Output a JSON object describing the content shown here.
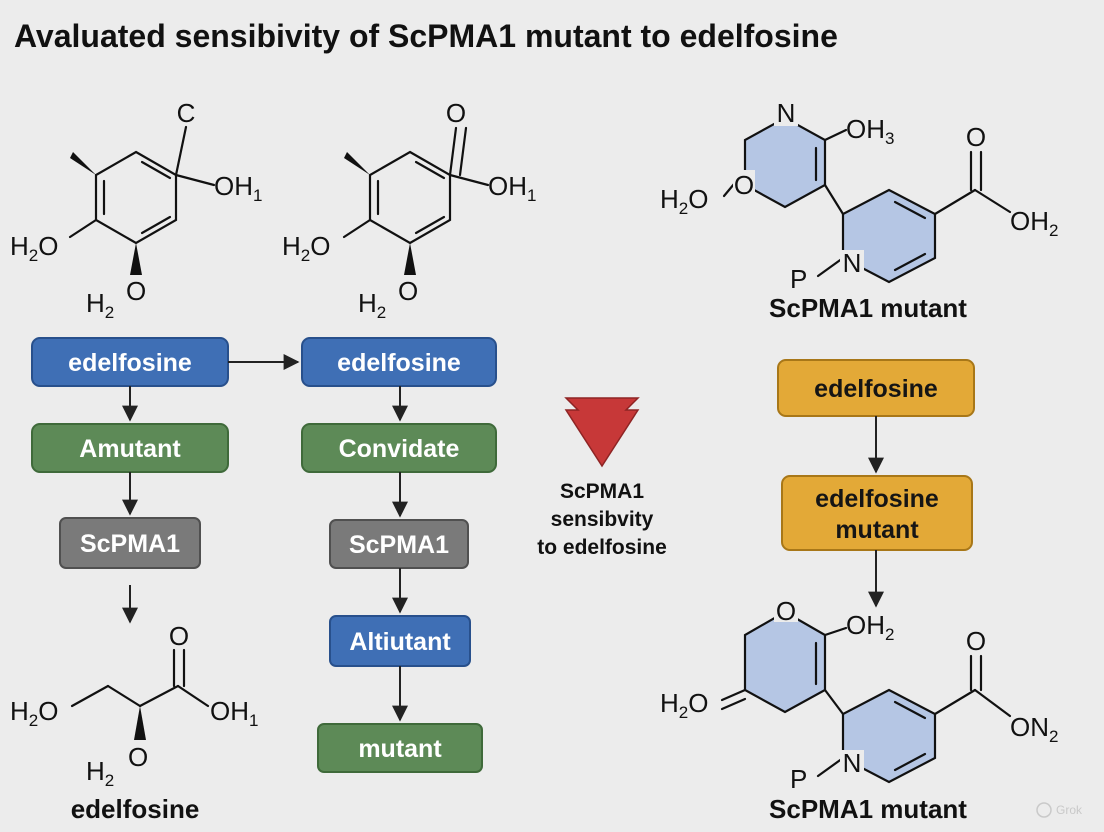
{
  "title": "Avaluated sensibivity of ScPMA1 mutant to edelfosine",
  "flow_left": [
    "edelfosine",
    "Amutant",
    "ScPMA1"
  ],
  "flow_middle": [
    "edelfosine",
    "Convidate",
    "ScPMA1",
    "Altiutant",
    "mutant"
  ],
  "flow_right": [
    "edelfosine",
    "edelfosine",
    "mutant"
  ],
  "center_note": [
    "ScPMA1",
    "sensibvity",
    "to edelfosine"
  ],
  "labels": {
    "bottom_left": "edelfosine",
    "top_right": "ScPMA1 mutant",
    "bottom_right": "ScPMA1 mutant"
  },
  "atoms": {
    "C": "C",
    "O": "O",
    "N": "N",
    "P": "P",
    "H": "H",
    "sub1": "1",
    "sub2": "2",
    "sub3": "3"
  },
  "watermark": "Grok",
  "colors": {
    "blue": "#3f6fb5",
    "green": "#5d8a57",
    "gray": "#7a7a7a",
    "gold": "#e3a937",
    "red_arrow": "#c73838",
    "ring_fill": "#b5c6e4"
  }
}
